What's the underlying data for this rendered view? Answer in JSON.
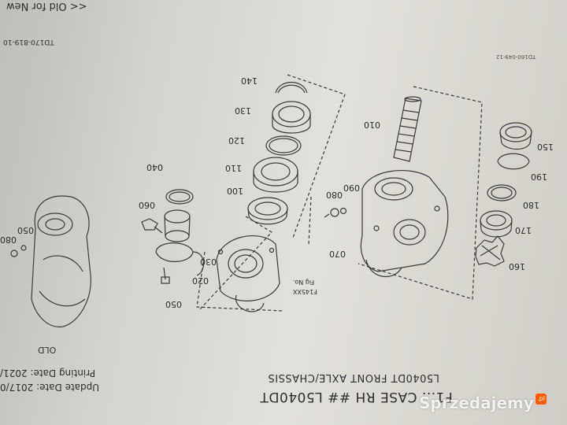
{
  "texts": {
    "top": "<< Old for New",
    "code_left": "TD170-819-10",
    "code_right": "TD160-049-12",
    "old": "OLD",
    "update": "Update Date: 2017/0",
    "print": "Printing Date: 2021/",
    "fig_line1": "Fig No.",
    "fig_line2": "F145XX",
    "title_line1": "L5040DT FRONT AXLE/CHASSIS",
    "title_line2": "F1... CASE RH ## L5040DT"
  },
  "part_numbers": [
    {
      "id": "p140",
      "label": "140"
    },
    {
      "id": "p130",
      "label": "130"
    },
    {
      "id": "p120",
      "label": "120"
    },
    {
      "id": "p110",
      "label": "110"
    },
    {
      "id": "p100",
      "label": "100"
    },
    {
      "id": "p010",
      "label": "010"
    },
    {
      "id": "p080r",
      "label": "080"
    },
    {
      "id": "p090r",
      "label": "090"
    },
    {
      "id": "p070",
      "label": "070"
    },
    {
      "id": "p150",
      "label": "150"
    },
    {
      "id": "p190",
      "label": "190"
    },
    {
      "id": "p180",
      "label": "180"
    },
    {
      "id": "p170",
      "label": "170"
    },
    {
      "id": "p160",
      "label": "160"
    },
    {
      "id": "p040",
      "label": "040"
    },
    {
      "id": "p060",
      "label": "060"
    },
    {
      "id": "p030",
      "label": "030"
    },
    {
      "id": "p020",
      "label": "020"
    },
    {
      "id": "p050",
      "label": "050"
    },
    {
      "id": "p080l",
      "label": "080"
    },
    {
      "id": "p050l",
      "label": "050"
    }
  ],
  "watermark": {
    "text": "Sprzedajemy",
    "badge": ".pl"
  }
}
